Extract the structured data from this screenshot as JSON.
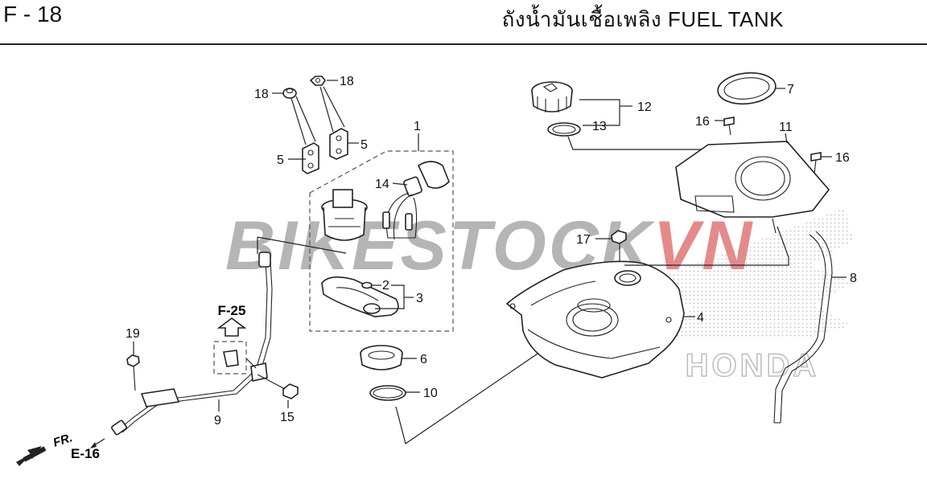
{
  "page": {
    "code": "F - 18",
    "title": "ถังน้ำมันเชื้อเพลิง  FUEL TANK"
  },
  "watermark": {
    "text_dark": "BIKESTOCK",
    "text_red": "VN",
    "brand_text": "HONDA",
    "color_dark": "#b5b5b5",
    "color_red": "#e58a8a"
  },
  "references": {
    "f25": "F-25",
    "e16": "E-16",
    "front": "FR."
  },
  "callouts": {
    "c1": "1",
    "c2": "2",
    "c3": "3",
    "c4": "4",
    "c5a": "5",
    "c5b": "5",
    "c6": "6",
    "c7": "7",
    "c8": "8",
    "c9": "9",
    "c10": "10",
    "c11": "11",
    "c12": "12",
    "c13": "13",
    "c14": "14",
    "c15": "15",
    "c16a": "16",
    "c16b": "16",
    "c17": "17",
    "c18a": "18",
    "c18b": "18",
    "c19": "19"
  }
}
